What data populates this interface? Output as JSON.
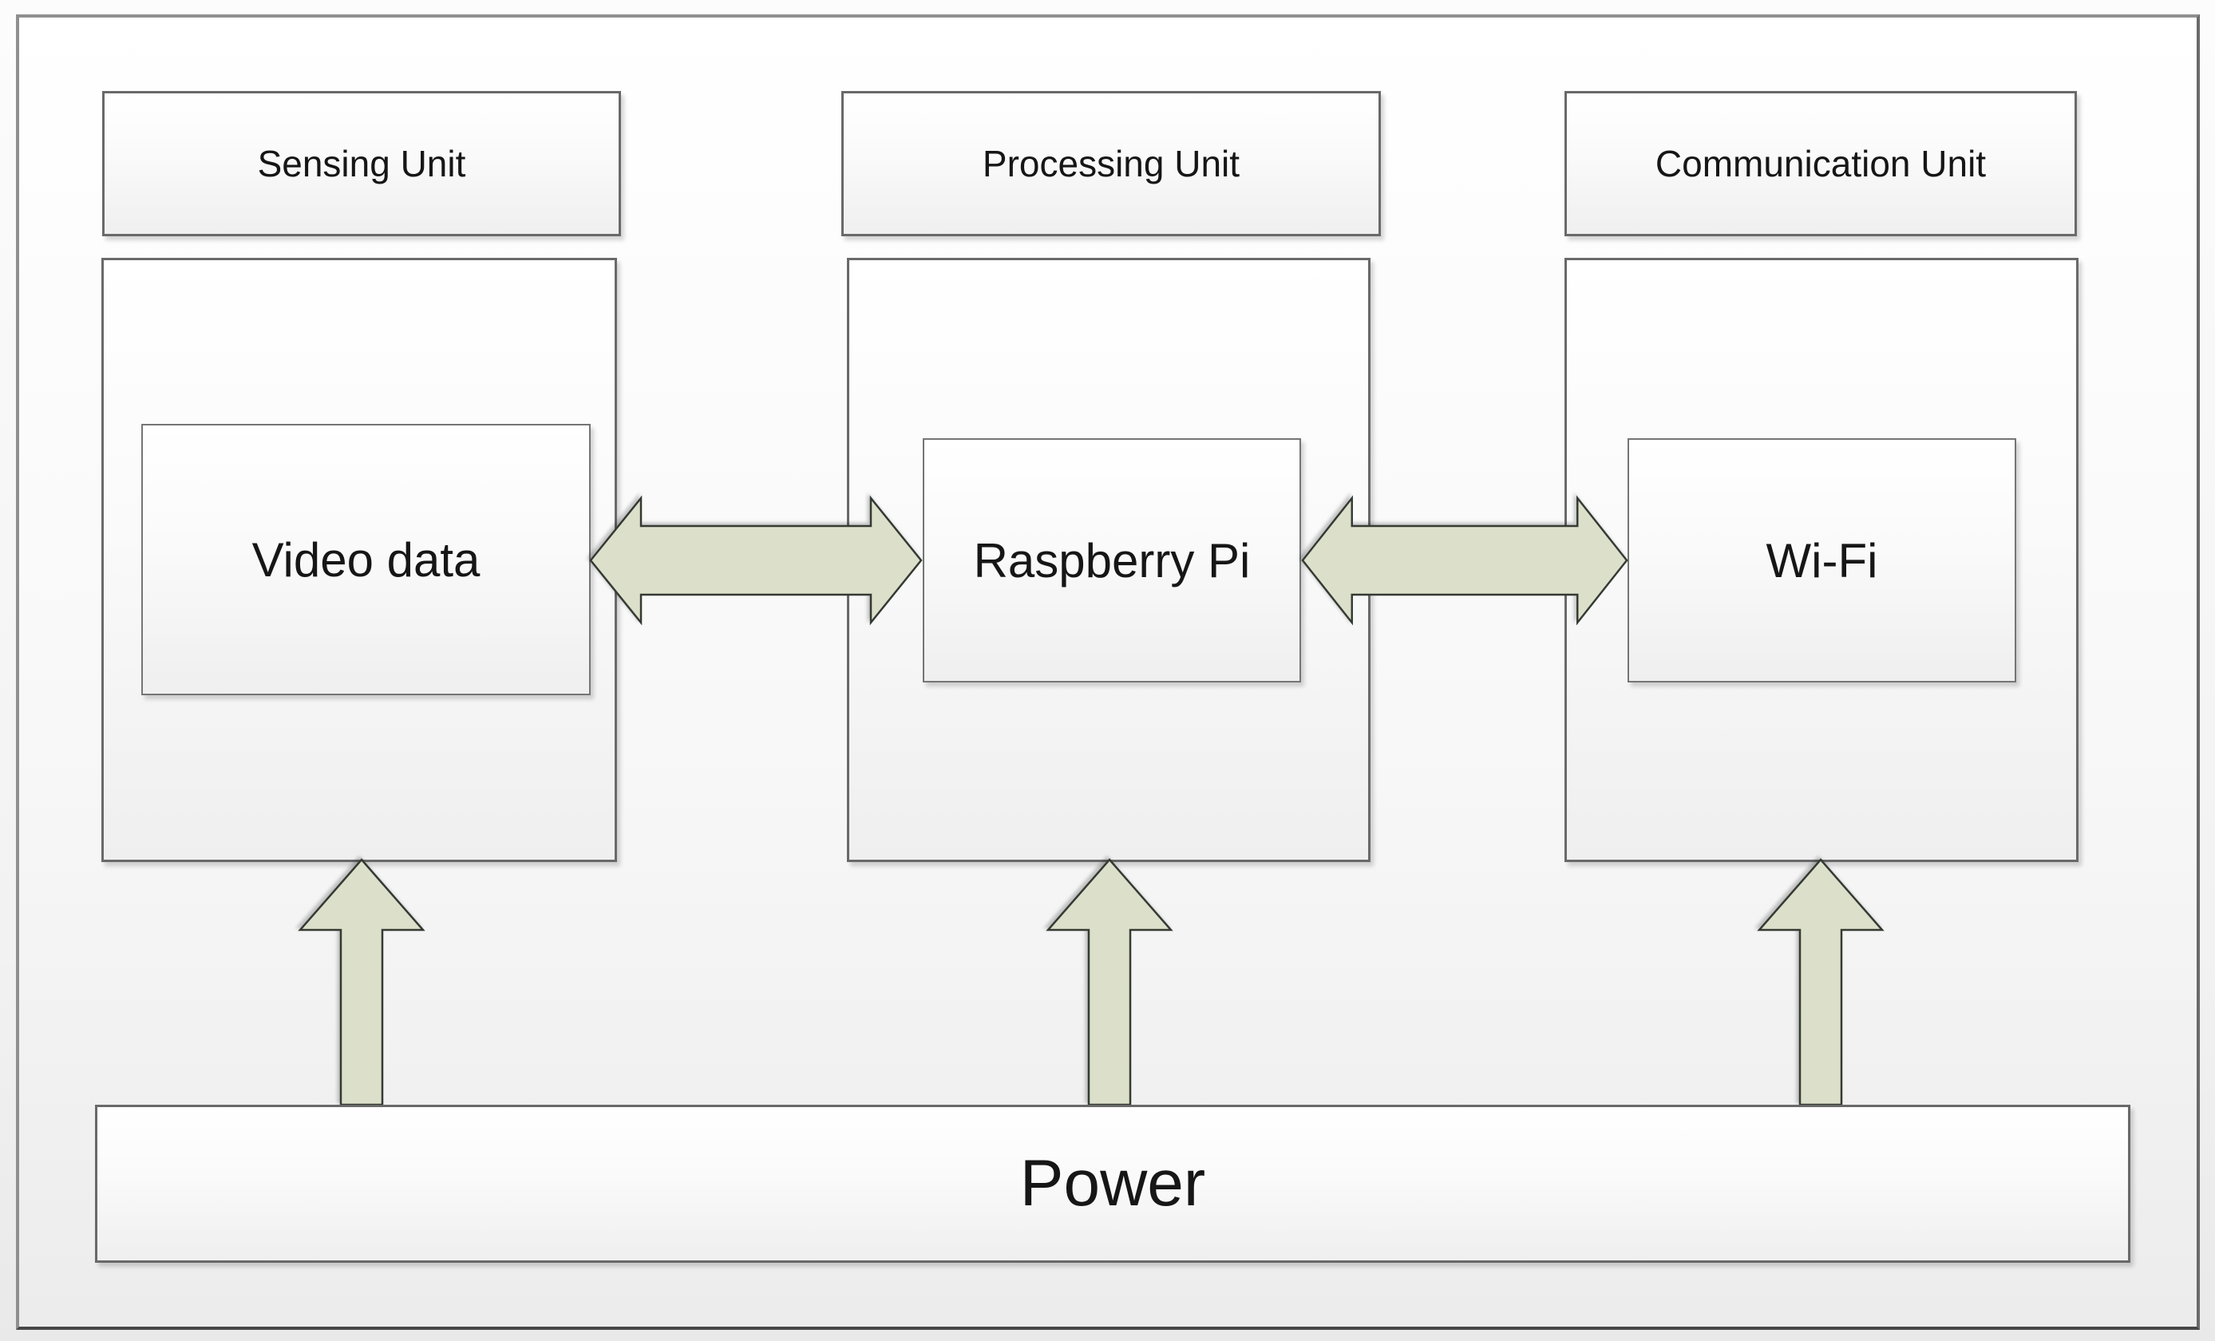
{
  "units": [
    {
      "header": "Sensing Unit",
      "component": "Video data"
    },
    {
      "header": "Processing Unit",
      "component": "Raspberry Pi"
    },
    {
      "header": "Communication Unit",
      "component": "Wi-Fi"
    }
  ],
  "power": {
    "label": "Power"
  },
  "connections": [
    {
      "from": "Video data",
      "to": "Raspberry Pi",
      "style": "bidirectional-horizontal-arrow"
    },
    {
      "from": "Raspberry Pi",
      "to": "Wi-Fi",
      "style": "bidirectional-horizontal-arrow"
    },
    {
      "from": "Power",
      "to": "Sensing Unit",
      "style": "upward-arrow"
    },
    {
      "from": "Power",
      "to": "Processing Unit",
      "style": "upward-arrow"
    },
    {
      "from": "Power",
      "to": "Communication Unit",
      "style": "upward-arrow"
    }
  ],
  "colors": {
    "arrow_fill": "#dce0ca",
    "arrow_outline": "#343a33",
    "box_border": "#696969",
    "frame_border": "#8f8f8f",
    "text": "#161616"
  }
}
